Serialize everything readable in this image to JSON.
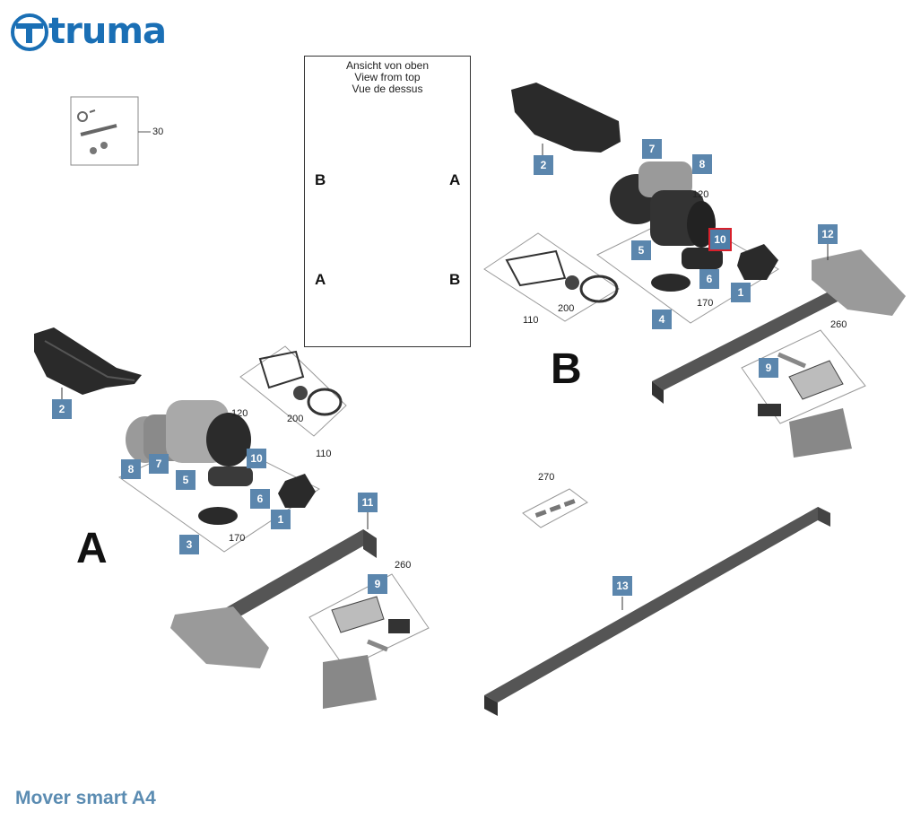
{
  "brand": {
    "logo_text": "truma",
    "brand_color": "#1a6fb5"
  },
  "title": "Mover smart A4",
  "inset": {
    "caption_de": "Ansicht von oben",
    "caption_en": "View from top",
    "caption_fr": "Vue de dessus",
    "corner_labels": {
      "top_left": "B",
      "top_right": "A",
      "bottom_left": "A",
      "bottom_right": "B"
    }
  },
  "sides": {
    "a": "A",
    "b": "B"
  },
  "part_badges": {
    "a_2": "2",
    "a_8": "8",
    "a_7": "7",
    "a_5": "5",
    "a_10": "10",
    "a_6": "6",
    "a_1": "1",
    "a_3": "3",
    "a_11": "11",
    "a_9": "9",
    "b_2": "2",
    "b_7": "7",
    "b_8": "8",
    "b_5": "5",
    "b_10": "10",
    "b_6": "6",
    "b_1": "1",
    "b_4": "4",
    "b_12": "12",
    "b_9": "9",
    "c_13": "13"
  },
  "part_numbers": {
    "n30": "30",
    "a_120": "120",
    "a_200": "200",
    "a_110": "110",
    "a_170": "170",
    "a_260": "260",
    "b_120": "120",
    "b_110": "110",
    "b_200": "200",
    "b_170": "170",
    "b_260": "260",
    "n270": "270"
  },
  "colors": {
    "badge": "#5b86ad",
    "highlight_border": "#d8202b",
    "title": "#5b8cb2"
  }
}
